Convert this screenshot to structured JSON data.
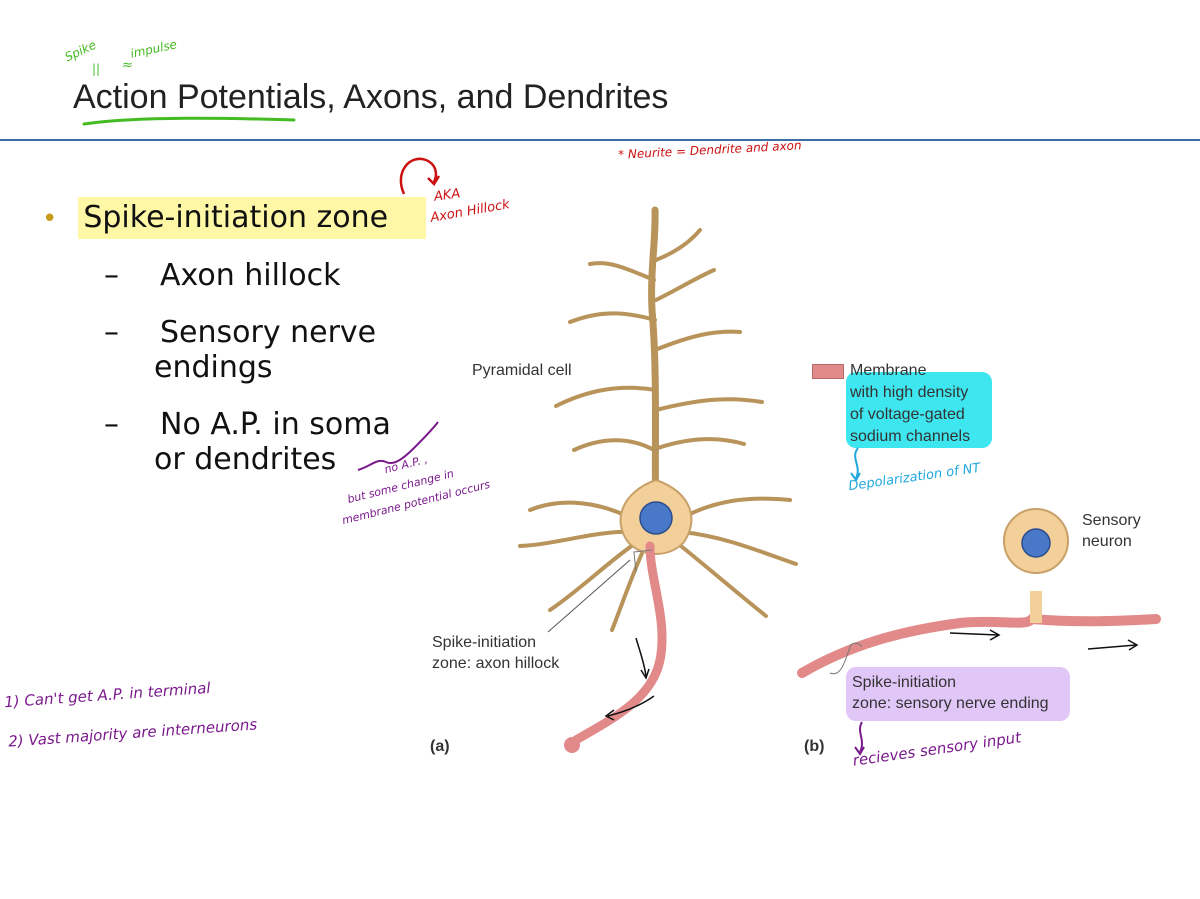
{
  "slide": {
    "title": "Action Potentials, Axons, and Dendrites",
    "bullets": {
      "main": "Spike-initiation zone",
      "sub": [
        {
          "dash": "–",
          "text": "Axon hillock",
          "cont": ""
        },
        {
          "dash": "–",
          "text": "Sensory nerve",
          "cont": "endings"
        },
        {
          "dash": "–",
          "text": "No A.P. in soma",
          "cont": "or dendrites"
        }
      ]
    }
  },
  "figure": {
    "pyramidal_label": "Pyramidal cell",
    "membrane_legend": [
      "Membrane",
      "with high density",
      "of voltage-gated",
      "sodium channels"
    ],
    "sensory_label": [
      "Sensory",
      "neuron"
    ],
    "spike_hillock": [
      "Spike-initiation",
      "zone: axon hillock"
    ],
    "spike_sensory": [
      "Spike-initiation",
      "zone: sensory nerve ending"
    ],
    "panel_a": "(a)",
    "panel_b": "(b)"
  },
  "handwriting": {
    "spike_note": "Spike",
    "eq_note": "||",
    "impulse_note": "impulse",
    "approx_note": "≈",
    "neurite_note": "* Neurite = Dendrite and axon",
    "aka_note": "AKA",
    "axon_hillock_note": "Axon Hillock",
    "no_ap_note": "no A.P. ,",
    "but_some_note": "but some change in",
    "membrane_note": "membrane potential occurs",
    "depolarization_note": "Depolarization of NT",
    "receives_note": "recieves sensory input",
    "note_1": "1) Can't get A.P. in terminal",
    "note_2": "2) Vast majority are interneurons"
  },
  "colors": {
    "title_rule": "#3a6ea5",
    "bullet_dot": "#c79a1a",
    "highlight_yellow": "#fdf7a6",
    "highlight_cyan": "#3ee6ef",
    "highlight_purple": "#e1c6f8",
    "neuron_body": "#f3cf99",
    "membrane": "#e2898a",
    "nucleus": "#4a78c8",
    "ink_red": "#cc1111",
    "ink_purple": "#7a1a8c",
    "ink_green": "#44bb22",
    "ink_blue": "#22a8dc"
  }
}
